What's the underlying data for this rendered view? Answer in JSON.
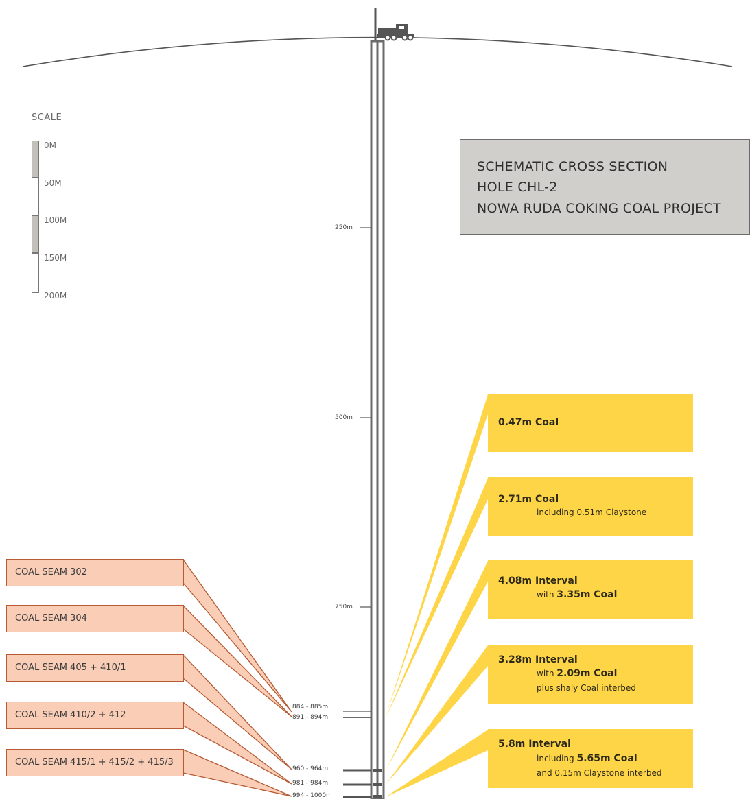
{
  "title": {
    "line1": "SCHEMATIC CROSS SECTION",
    "line2": "HOLE  CHL-2",
    "line3": "NOWA RUDA COKING COAL PROJECT"
  },
  "scale": {
    "label": "SCALE",
    "ticks": [
      "0M",
      "50M",
      "100M",
      "150M",
      "200M"
    ]
  },
  "depth_markers": [
    "250m",
    "500m",
    "750m"
  ],
  "intervals": [
    "884 - 885m",
    "891 - 894m",
    "960 - 964m",
    "981 - 984m",
    "994 - 1000m"
  ],
  "coal_seams": [
    "COAL SEAM 302",
    "COAL SEAM 304",
    "COAL SEAM 405 + 410/1",
    "COAL SEAM 410/2 + 412",
    "COAL SEAM 415/1 + 415/2 + 415/3"
  ],
  "results": [
    {
      "main": "0.47m Coal",
      "sub1_pre": "",
      "sub1_bold": "",
      "sub1_post": "",
      "sub2": ""
    },
    {
      "main": "2.71m  Coal",
      "sub1_pre": "including 0.51m Claystone",
      "sub1_bold": "",
      "sub1_post": "",
      "sub2": ""
    },
    {
      "main": "4.08m  Interval",
      "sub1_pre": "with ",
      "sub1_bold": "3.35m Coal",
      "sub1_post": "",
      "sub2": ""
    },
    {
      "main": "3.28m  Interval",
      "sub1_pre": "with ",
      "sub1_bold": "2.09m Coal",
      "sub1_post": "",
      "sub2": "plus shaly Coal interbed"
    },
    {
      "main": "5.8m   Interval",
      "sub1_pre": "including ",
      "sub1_bold": "5.65m Coal",
      "sub1_post": "",
      "sub2": "and 0.15m Claystone interbed"
    }
  ],
  "colors": {
    "seam_fill": "#f9cdb6",
    "seam_stroke": "#b55a33",
    "result_fill": "#fed546",
    "title_fill": "#d1cfcb",
    "borehole": "#6b6b6b"
  }
}
